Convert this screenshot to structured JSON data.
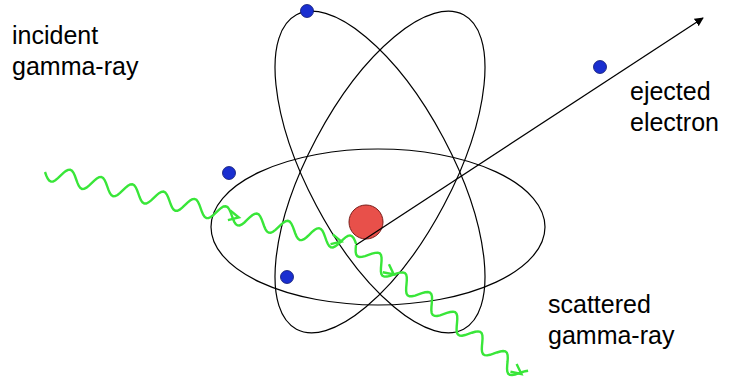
{
  "diagram": {
    "labels": [
      "incident gamma-ray",
      "ejected electron",
      "scattered gamma-ray"
    ]
  }
}
